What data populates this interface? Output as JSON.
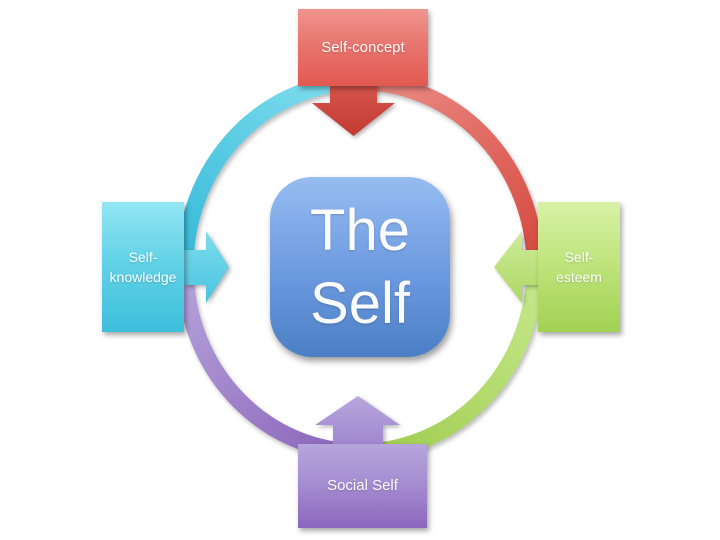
{
  "diagram": {
    "kind": "cycle-diagram",
    "background": "#ffffff",
    "center": {
      "line1": "The",
      "line2": "Self",
      "fill_top": "#96bcf1",
      "fill_bottom": "#4b7fc5",
      "text_color": "#ffffff"
    },
    "nodes": {
      "top": {
        "label": "Self-concept",
        "fill_top": "#f0958f",
        "fill_bottom": "#e25951"
      },
      "right": {
        "line1": "Self-",
        "line2": "esteem",
        "fill_top": "#d8f1a6",
        "fill_bottom": "#a2d152"
      },
      "bottom": {
        "label": "Social Self",
        "fill_top": "#b7a5dc",
        "fill_bottom": "#8b67bd"
      },
      "left": {
        "line1": "Self-",
        "line2": "knowledge",
        "fill_top": "#93e7f3",
        "fill_bottom": "#3dbfdc"
      }
    },
    "ring": {
      "top_left": {
        "from": "#36b9d9",
        "to": "#84e0f0"
      },
      "top_right": {
        "from": "#ec8e88",
        "to": "#d5493f"
      },
      "bottom_right": {
        "from": "#c6e98c",
        "to": "#9ecb4e"
      },
      "bottom_left": {
        "from": "#b6a4db",
        "to": "#8a63ba"
      }
    },
    "arrows": {
      "down": {
        "from": "#d6564d",
        "to": "#c23a30"
      },
      "up": {
        "from": "#b9a7de",
        "to": "#a086ce"
      },
      "right": {
        "from": "#7bdced",
        "to": "#4cc4e0"
      },
      "left": {
        "from": "#cfec9c",
        "to": "#aed763"
      }
    }
  }
}
